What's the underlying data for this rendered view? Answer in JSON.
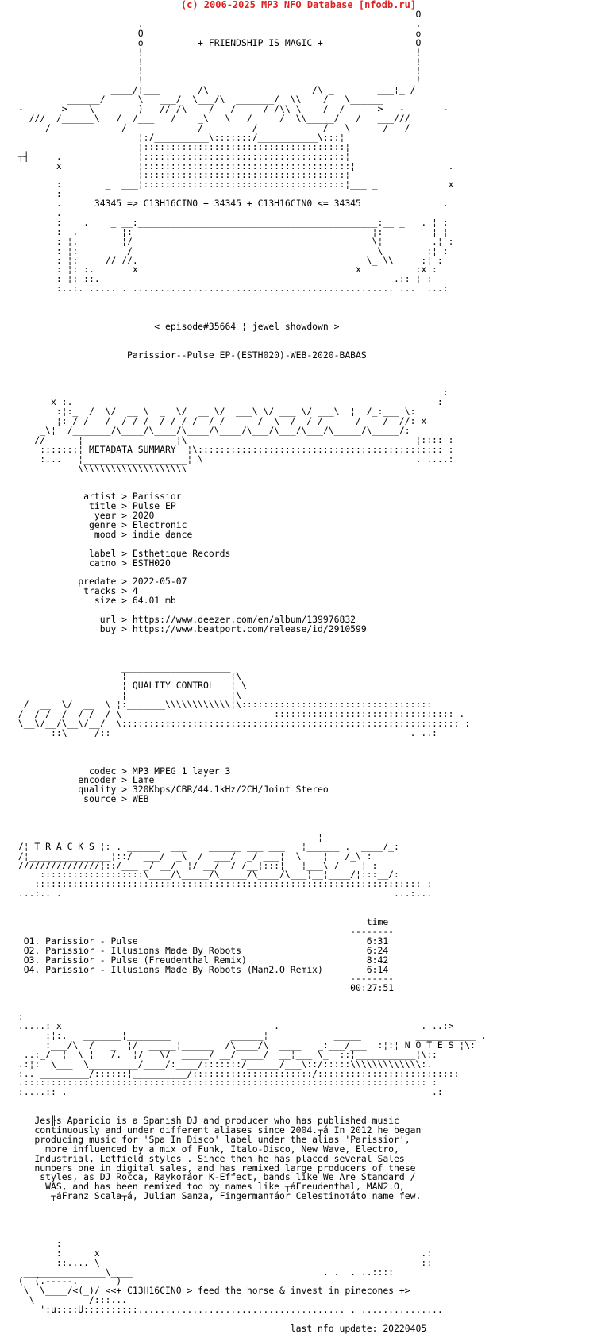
{
  "header": "(c) 2006-2025 MP3 NFO Database [nfodb.ru]",
  "nfo_lines": [
    "                                                                          O",
    "                       .                                                  .",
    "                       O                                                  o",
    "                       o          + FRIENDSHIP IS MAGIC +                 O",
    "                       !                                                  !",
    "                       !                                                  !",
    "                       !                                                  !",
    "                       !                                                  !",
    "                  ____/¦___       /\\                   /\\ _        ___¦_ /",
    "          ______/      \\   ___/  \\___/\\  _______/  \\\\    /   \\______",
    " - ____  >__  \\_____   )___// /\\____/ __/_____/ /\\\\ \\__ _/  /____  >_  - _____ -",
    "   ///  /______\\   /  /___   /    _\\   \\   /     /  \\\\_____/   /   ___///",
    "      /_____________/_____________/______ __/____________/   \\______/___/",
    "                       ¦:/__________\\:::::::/___________\\:::¦",
    "                       ¦:::::::::::::::::::::::::::::::::::::¦",
    " ┬┤     .              ¦:::::::::::::::::::::::::::::::::::::¦",
    "        x              ¦::::::::::::::::::::::::::::::::::::::¦                 .",
    "                       ¦:::::::::::::::::::::::::::::::::::::¦",
    "        :        _  ___¦:::::::::::::::::::::::::::::::::::::¦___ _             x",
    "        :",
    "        .      34345 => C13H16CIN0 + 34345 + C13H16CIN0 <= 34345               .",
    "        .",
    "        :    .    _ __:____________________________________________:__ _   . ¦ :",
    "        :  .       _¦:                                            ¦:_        ¦ ¦",
    "        : ¦.        ¦/                                            \\¦         .¦ :",
    "        : ¦:       __/                                             \\___     :¦ :",
    "        : ¦:     // //.                                          \\_ \\\\     :¦ :",
    "        : ¦: :.       x                                        x          :x :",
    "        : ¦: ::.                                                      .:: ¦ :",
    "        :..:. ..... . ................................................ ...  ...:",
    "",
    "",
    "",
    "                          < episode#35664 ¦ jewel showdown >",
    "",
    "",
    "                     Parissior--Pulse_EP-(ESTH020)-WEB-2020-BABAS",
    "",
    "",
    "",
    "                                                                               :",
    "       x :. ____   ____   _____  ______ _______ ____   ____  ____   ____  ___ :",
    "        :¦:_  /  \\/  __ \\  _  \\/  __ \\/  ___\\ \\/ ___ \\/ ___\\  ¦  /_:___ \\:",
    "      __¦: / /___/  /_/ /  /_/ / /__/ / ___  /  \\  /  / / __   / ___/ _//: x",
    "     _\\¦  /_______/\\____/\\____/\\____/\\____/\\___/\\___/\\___/\\_____/\\_____/:",
    "    //______¦_________________¦\\__________________________________________¦:::: :",
    "     :::::::¦ METADATA SUMMARY  ¦\\::::::::::::::::::::::::::::::::::::::::::::: :",
    "     :...   ¦___________________¦ \\                                       . ....:",
    "            \\\\\\\\\\\\\\\\\\\\\\\\\\\\\\\\\\\\\\\\",
    "",
    "",
    "             artist > Parissior",
    "              title > Pulse EP",
    "               year > 2020",
    "              genre > Electronic",
    "               mood > indie dance",
    "",
    "              label > Esthetique Records",
    "              catno > ESTH020",
    "",
    "            predate > 2022-05-07",
    "             tracks > 4",
    "               size > 64.01 mb",
    "",
    "                url > https://www.deezer.com/en/album/139976832",
    "                buy > https://www.beatport.com/release/id/2910599",
    "",
    "",
    "",
    "                    ____________________",
    "                    ¦                   ¦\\",
    "                    ¦ QUALITY CONTROL   ¦ \\",
    "   _______  ______  ¦___________________¦\\",
    "  /  __  \\/  __  \\ ¦:_______\\\\\\\\\\\\\\\\\\\\\\\\¦\\:::::::::::::::::::::::::::::::::::",
    " /  / /  /  / /  /_\\____________________________::::::::::::::::::::::::::::::::: .",
    " \\__\\/__/\\__\\/__/  \\:::::::::::::::::::::::::::::::::::::::::::::::::::::::::::::: :",
    "       ::\\_____/::                                                       . ..:",
    "",
    "",
    "",
    "              codec > MP3 MPEG 1 layer 3",
    "            encoder > Lame",
    "            quality > 320Kbps/CBR/44.1kHz/2CH/Joint Stereo",
    "             source > WEB",
    "",
    "",
    "",
    "  _______________                                  _____¦",
    " /¦ T R A C K S ¦: . ______  ___    ______ ___ ___   ¦______ .  ____/_:",
    " /¦_______________¦::/  ___/  _\\  /  ___/  _/ ___¦  \\    ¦   /_\\ :",
    " ///////////////¦::/___ _/ __/  ¦/ __/  / /__¦:::¦   ¦___\\ /    ¦ :",
    "     :::::::::::::::::::\\____/\\_____/\\_____/\\____/\\___¦__¦____/¦:::__/:",
    "    ::::::::::::::::::::::::::::::::::::::::::::::::::::::::::::::::::::::: :",
    " ...:.. .                                                             ...:...",
    "",
    "",
    "                                                                 time",
    "                                                              --------",
    "  O1. Parissior - Pulse                                          6:31",
    "  O2. Parissior - Illusions Made By Robots                       6:24",
    "  O3. Parissior - Pulse (Freudenthal Remix)                      8:42",
    "  O4. Parissior - Illusions Made By Robots (Man2.O Remix)        6:14",
    "                                                              --------",
    "                                                              00:27:51",
    "",
    "",
    " :",
    " .....: x           _                           .                          . ..:>",
    "      :¦:.   _______¦________           ______¦            _____          ___________ .",
    "      :___/\\  /   _  ¦/  _____¦______  /\\____/\\  ____   _:___/___  :¦:¦ N O T E S ¦\\:",
    "  ..:_/  ¦  \\ ¦   /.  ¦/   \\/  _____/ __/ ____/  __¦___ \\_  ::¦___________¦\\::",
    " .:¦:  \\___  \\_________/____/:____/:::::::/______/___\\::/:::::\\\\\\\\\\\\\\\\\\\\\\\\\\:.",
    " :.. _________/::::::¦__________/::::::::::::::::::::::/::::::::::::::::::::::::::",
    " .:::::::::::::::::::::::::::::::::::::::::::::::::::::::::::::::::::::::::: :",
    " :....:: .                                                                   .:",
    "",
    "",
    "    Jes╟s Aparicio is a Spanish DJ and producer who has published music",
    "    continuously and under different aliases since 2004.┬á In 2012 he began",
    "    producing music for 'Spa In Disco' label under the alias 'Parissior',",
    "      more influenced by a mix of Funk, Italo-Disco, New Wave, Electro,",
    "    Industrial, Letfield styles . Since then he has placed several Sales",
    "    numbers one in digital sales, and has remixed large producers of these",
    "     styles, as DJ Rocca, Raykoтáor K-Effect, bands like We Are Standard /",
    "      WAS, and has been remixed too by names like ┬áFreudenthal, MAN2.O,",
    "       ┬áFranz Scala┬á, Julian Sanza, Fingermanтáor Celestinoтáto name few.",
    "",
    "",
    "",
    "",
    "        :",
    "        :      x                                                           .:",
    "        ::.... \\                                                           ::",
    "  _______________\\____                                   . .  . ..::::",
    " (  (.-----.      _)",
    "  \\  \\____/<(_)/ <<+ C13H16CIN0 > feed the horse & invest in pinecones +>",
    "   \\__________/:::...",
    "     ':u::::U::::::::::...................................... . ...............",
    "",
    "                                                   last nfo update: 20220405"
  ]
}
